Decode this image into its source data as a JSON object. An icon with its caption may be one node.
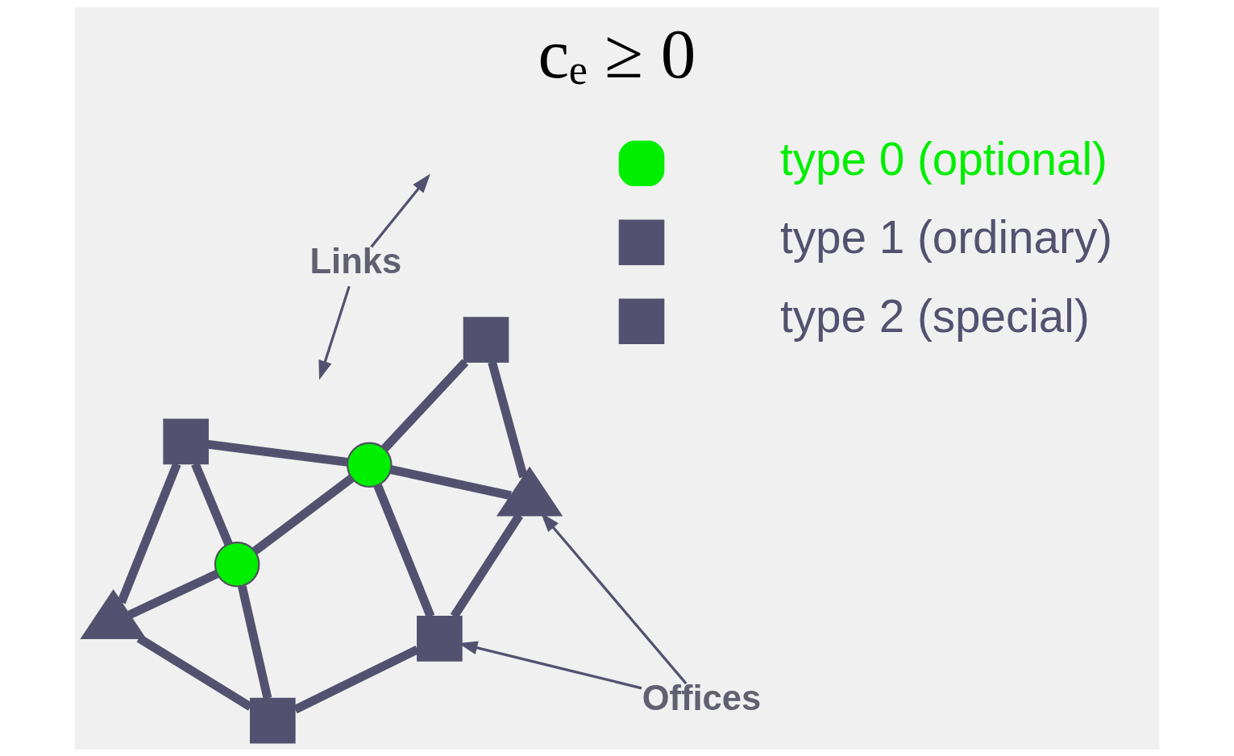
{
  "diagram": {
    "title": "cₑ ≥ 0",
    "nodes": [
      {
        "text": [],
        "shape": "box"
      },
      {
        "text": [],
        "shape": "box"
      },
      {
        "text": [],
        "shape": "triangle"
      },
      {
        "text": [],
        "shape": "circle"
      },
      {
        "text": [],
        "shape": "circle"
      },
      {
        "text": [],
        "shape": "triangle"
      },
      {
        "text": [],
        "shape": "box"
      },
      {
        "text": [],
        "shape": "box"
      },
      {
        "text": [
          "Offices"
        ]
      },
      {
        "text": [
          "Links"
        ]
      }
    ],
    "edges": [
      {
        "from": 0,
        "to": 1,
        "arrow": "none"
      },
      {
        "from": 0,
        "to": 2,
        "arrow": "none"
      },
      {
        "from": 0,
        "to": 3,
        "arrow": "none"
      },
      {
        "from": 2,
        "to": 3,
        "arrow": "none"
      },
      {
        "from": 2,
        "to": 6,
        "arrow": "none"
      },
      {
        "from": 3,
        "to": 6,
        "arrow": "none"
      },
      {
        "from": 3,
        "to": 4,
        "arrow": "none"
      },
      {
        "from": 4,
        "to": 1,
        "arrow": "none"
      },
      {
        "from": 1,
        "to": 5,
        "arrow": "none"
      },
      {
        "from": 4,
        "to": 5,
        "arrow": "none"
      },
      {
        "from": 4,
        "to": 6,
        "arrow": "none"
      },
      {
        "from": 4,
        "to": 7,
        "arrow": "none"
      },
      {
        "from": 7,
        "to": 5,
        "arrow": "none"
      },
      {
        "from": 8,
        "to": 1,
        "arrow": "to"
      },
      {
        "from": 8,
        "to": 5,
        "arrow": "to"
      },
      {
        "from": 9,
        "to": null,
        "arrow": "to"
      },
      {
        "from": 9,
        "to": null,
        "arrow": "to"
      }
    ],
    "legend": [
      {
        "text": "type 0 (optional)"
      },
      {
        "text": "type 1 (ordinary)"
      },
      {
        "text": "type 2 (special)"
      }
    ]
  }
}
